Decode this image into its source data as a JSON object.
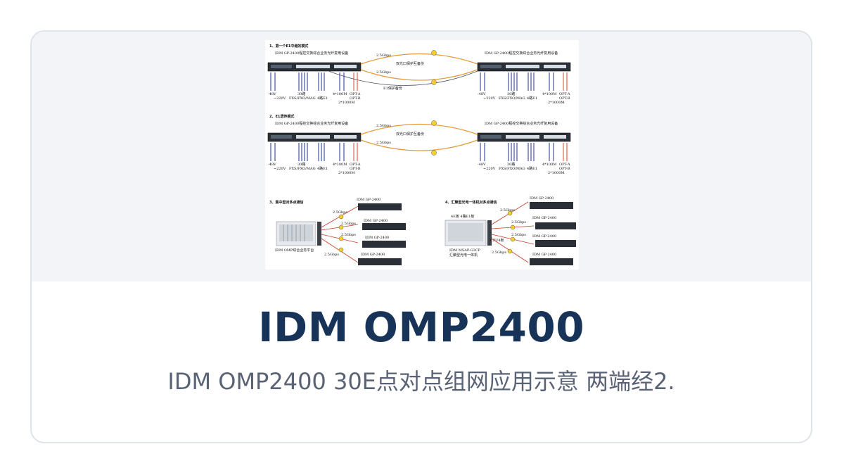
{
  "card": {
    "title": "IDM OMP2400",
    "subtitle": "IDM OMP2400 30E点对点组网应用示意 两端经2."
  },
  "diagram": {
    "sections": {
      "s1": "1、第一个E1中继的模式",
      "s2": "2、E1透传模式",
      "s3": "3、集中型对多点通信",
      "s4": "4、汇聚型光电一体机对多点通信"
    },
    "device_label": "IDM GP-2400程控交换综合业务光纤复用设备",
    "link_25g": "2.5Gbps",
    "backup_text": "双光口保护互备份",
    "e1_link": "E1",
    "e1_backup": "E1保护备份",
    "ports": {
      "minus48": "-48V",
      "ac220": "~220V",
      "phone30": "30路",
      "fxs": "FXS/FXO/MAG",
      "e1_4": "4路E1",
      "eth100": "4*100M",
      "eth1000": "2*1000M",
      "opt_a": "OPT-A",
      "opt_b": "OPT-B"
    },
    "gp_label": "IDM GP-2400",
    "gbps": "2.5Gbps",
    "omp_platform": "IDM OMP综合业务平台",
    "msap": "IDM MSAP-G3CP",
    "msap_desc": "汇聚型光电一体机",
    "msap_cpu": "CPU4板",
    "msap_board": "4E板 4路E1板"
  }
}
